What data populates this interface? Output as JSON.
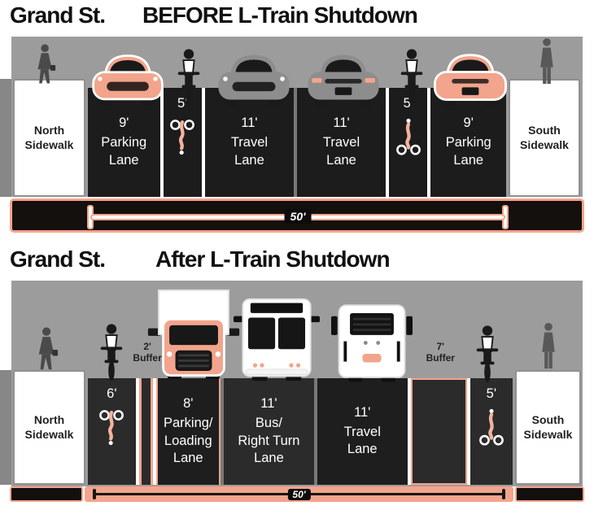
{
  "colors": {
    "salmon_accent": "#f2a48c",
    "scene_gray": "#9c9c9c",
    "lane_dark": "#1c1c1c",
    "divider_white": "#ffffff",
    "divider_gray": "#787878"
  },
  "before": {
    "title": {
      "street": "Grand St.",
      "event": "BEFORE L-Train Shutdown"
    },
    "sidewalk_left": {
      "lines": [
        "North",
        "Sidewalk"
      ]
    },
    "sidewalk_right": {
      "lines": [
        "South",
        "Sidewalk"
      ]
    },
    "lanes": [
      {
        "ft": 9,
        "width_label": "9'",
        "name_lines": [
          "Parking",
          "Lane"
        ],
        "kind": "parking",
        "divider": "white"
      },
      {
        "ft": 5,
        "width_label": "5'",
        "name_lines": [],
        "kind": "bike",
        "icon": "cyclist-marking-north",
        "divider": "white"
      },
      {
        "ft": 11,
        "width_label": "11'",
        "name_lines": [
          "Travel",
          "Lane"
        ],
        "kind": "travel",
        "divider": "gray"
      },
      {
        "ft": 11,
        "width_label": "11'",
        "name_lines": [
          "Travel",
          "Lane"
        ],
        "kind": "travel",
        "divider": "white"
      },
      {
        "ft": 5,
        "width_label": "5'",
        "name_lines": [],
        "kind": "bike",
        "icon": "cyclist-marking-south",
        "divider": "white"
      },
      {
        "ft": 9,
        "width_label": "9'",
        "name_lines": [
          "Parking",
          "Lane"
        ],
        "kind": "parking",
        "divider": null
      }
    ],
    "total_ft": 50,
    "total_label": "50'",
    "figures": [
      "pedestrian-walking",
      "car-front-salmon",
      "cyclist",
      "car-front-gray",
      "car-rear-gray",
      "cyclist",
      "car-rear-salmon",
      "pedestrian-standing"
    ]
  },
  "after": {
    "title": {
      "street": "Grand St.",
      "event": "After L-Train Shutdown"
    },
    "sidewalk_left": {
      "lines": [
        "North",
        "Sidewalk"
      ]
    },
    "sidewalk_right": {
      "lines": [
        "South",
        "Sidewalk"
      ]
    },
    "lanes": [
      {
        "ft": 6,
        "width_label": "6'",
        "name_lines": [],
        "kind": "bike",
        "icon": "cyclist-marking-north",
        "divider": "white"
      },
      {
        "ft": 2,
        "width_label": "",
        "name_lines": [],
        "kind": "buffer-ladder",
        "buffer_label": {
          "width": "2'",
          "word": "Buffer"
        },
        "divider": "white"
      },
      {
        "ft": 8,
        "width_label": "8'",
        "name_lines": [
          "Parking/",
          "Loading",
          "Lane"
        ],
        "kind": "parking-bordered",
        "divider": "gray"
      },
      {
        "ft": 11,
        "width_label": "11'",
        "name_lines": [
          "Bus/",
          "Right Turn",
          "Lane"
        ],
        "kind": "bus",
        "divider": "gray"
      },
      {
        "ft": 11,
        "width_label": "11'",
        "name_lines": [
          "Travel",
          "Lane"
        ],
        "kind": "travel",
        "divider": "white"
      },
      {
        "ft": 7,
        "width_label": "",
        "name_lines": [],
        "kind": "buffer-diagonal",
        "buffer_label": {
          "width": "7'",
          "word": "Buffer"
        },
        "divider": "white"
      },
      {
        "ft": 5,
        "width_label": "5'",
        "name_lines": [],
        "kind": "bike",
        "icon": "cyclist-marking-south",
        "divider": null
      }
    ],
    "total_ft": 50,
    "total_label": "50'",
    "figures": [
      "pedestrian-walking",
      "cyclist",
      "box-truck",
      "bus-front",
      "bus-rear",
      "cyclist",
      "pedestrian-standing"
    ]
  }
}
